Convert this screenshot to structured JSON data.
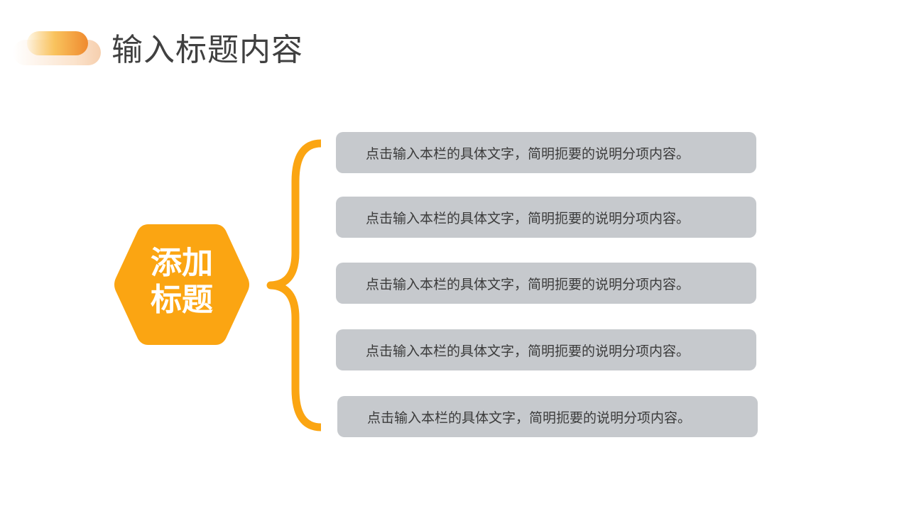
{
  "header": {
    "title": "输入标题内容"
  },
  "center_node": {
    "label_line1": "添加",
    "label_line2": "标题",
    "color": "#FBA512"
  },
  "items": [
    {
      "text": "点击输入本栏的具体文字，简明扼要的说明分项内容。"
    },
    {
      "text": "点击输入本栏的具体文字，简明扼要的说明分项内容。"
    },
    {
      "text": "点击输入本栏的具体文字，简明扼要的说明分项内容。"
    },
    {
      "text": "点击输入本栏的具体文字，简明扼要的说明分项内容。"
    },
    {
      "text": "点击输入本栏的具体文字，简明扼要的说明分项内容。"
    }
  ],
  "colors": {
    "accent": "#FBA512",
    "box_bg": "#C6C9CD",
    "title_text": "#404040"
  }
}
